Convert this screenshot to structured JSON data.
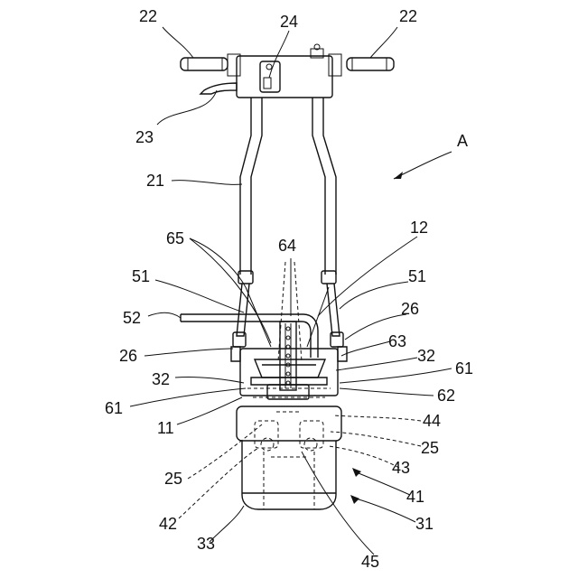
{
  "figure": {
    "labels": {
      "l22a": "22",
      "l22b": "22",
      "l24": "24",
      "l23": "23",
      "lA": "A",
      "l21": "21",
      "l65": "65",
      "l64": "64",
      "l12": "12",
      "l51a": "51",
      "l51b": "51",
      "l52": "52",
      "l26a": "26",
      "l26b": "26",
      "l63": "63",
      "l32a": "32",
      "l32b": "32",
      "l61a": "61",
      "l61b": "61",
      "l62": "62",
      "l11": "11",
      "l44": "44",
      "l25a": "25",
      "l25b": "25",
      "l43": "43",
      "l41": "41",
      "l42": "42",
      "l31": "31",
      "l33": "33",
      "l45": "45"
    }
  }
}
